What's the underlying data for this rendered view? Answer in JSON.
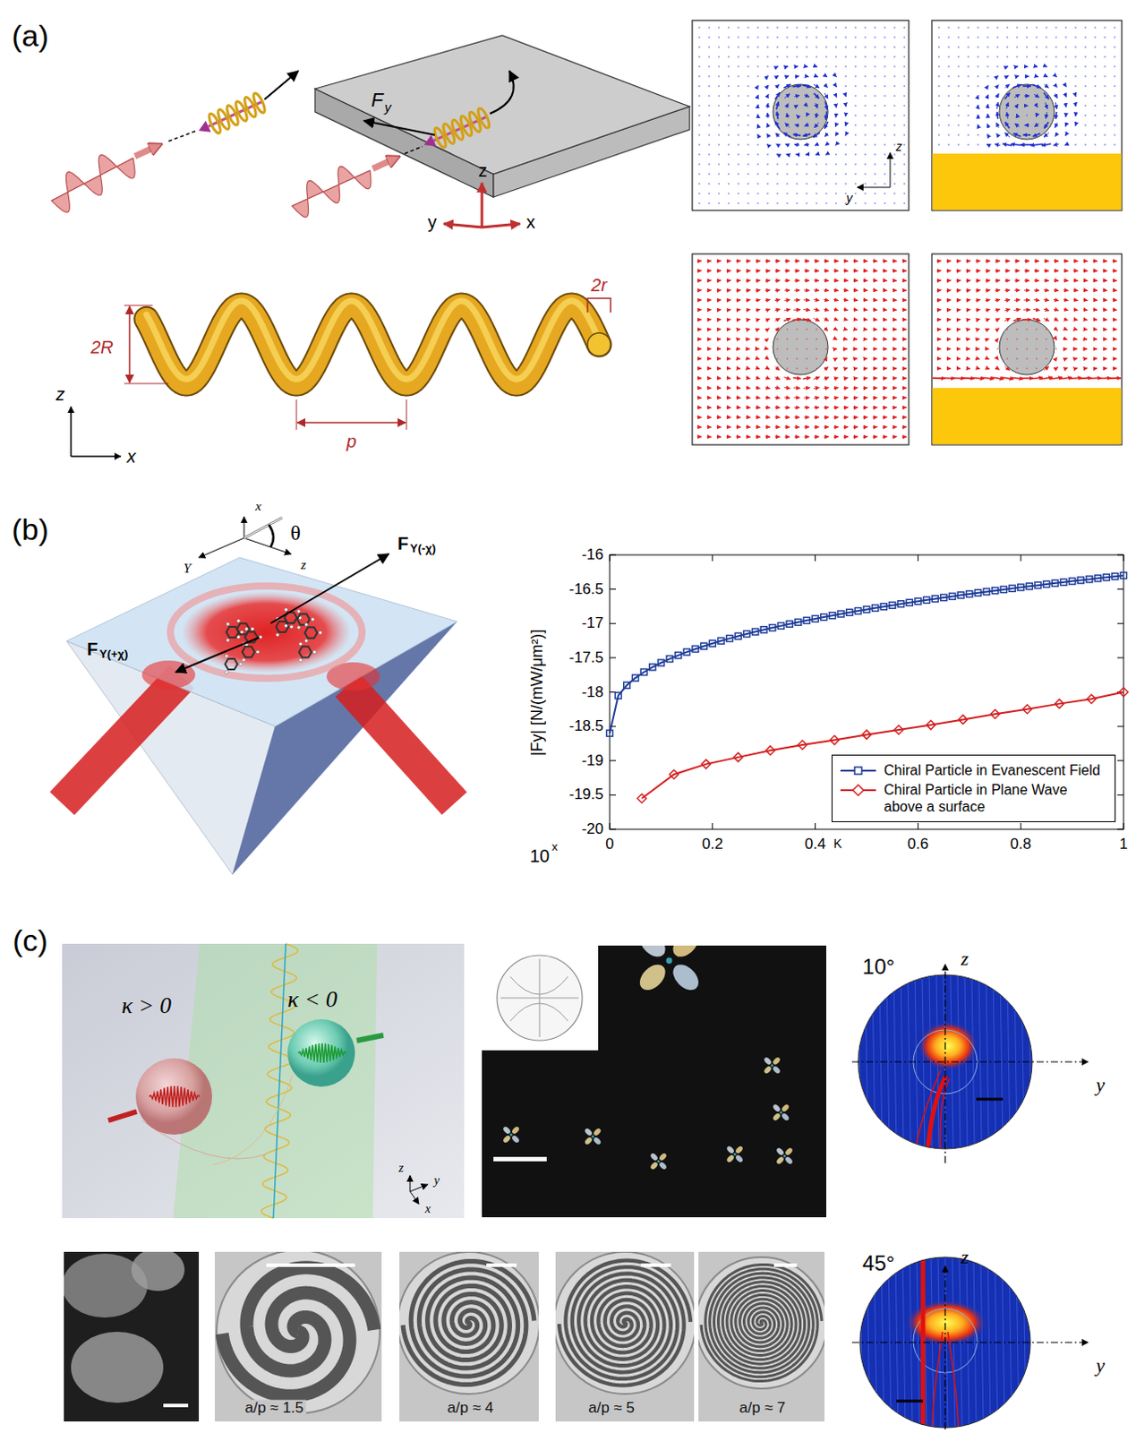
{
  "diagram": {
    "labels": [
      "(a)",
      "F",
      "y",
      "z",
      "y",
      "x",
      "2R",
      "p",
      "2r",
      "z",
      "x",
      "z",
      "y",
      "(b)",
      "x",
      "Y",
      "z",
      "θ",
      "F",
      "Y(-χ)",
      "F",
      "Y(+χ)",
      "-16",
      "-16.5",
      "-17",
      "-17.5",
      "-18",
      "-18.5",
      "-19",
      "-19.5",
      "-20",
      "0",
      "0.2",
      "0.4",
      "0.6",
      "0.8",
      "1",
      "10",
      "x",
      "K",
      "|Fy| [N/(mW/μm²)]",
      "(c)",
      "κ > 0",
      "κ < 0",
      "z",
      "y",
      "x",
      "10°",
      "z",
      "y",
      "45°",
      "z",
      "y",
      "a/p ≈ 1.5",
      "a/p ≈ 4",
      "a/p ≈ 5",
      "a/p ≈ 7"
    ],
    "legend": [
      {
        "text": "Chiral Particle in Evanescent Field"
      },
      {
        "text": "Chiral Particle in Plane Wave above a surface"
      }
    ]
  }
}
